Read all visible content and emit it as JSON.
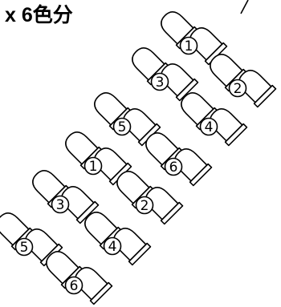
{
  "title": "x 6色分",
  "units": [
    {
      "number": "1"
    },
    {
      "number": "3"
    },
    {
      "number": "5"
    },
    {
      "number": "2"
    },
    {
      "number": "4"
    },
    {
      "number": "1"
    },
    {
      "number": "6"
    },
    {
      "number": "3"
    },
    {
      "number": "2"
    },
    {
      "number": "5"
    },
    {
      "number": "4"
    },
    {
      "number": "6"
    }
  ],
  "colors": {
    "line": "#000000",
    "background": "#ffffff"
  }
}
